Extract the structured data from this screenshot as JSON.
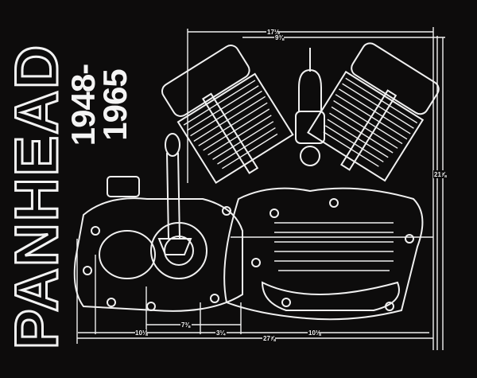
{
  "title": "PANHEAD",
  "years": "1948-1965",
  "dimensions": {
    "top_overall": "17¼",
    "top_inner": "9⅜",
    "right_height": "21⅞",
    "bottom_left": "10⅛",
    "bottom_mid_upper": "7⅜",
    "bottom_mid": "3¼",
    "bottom_right": "10⅛",
    "bottom_overall": "27⅞"
  },
  "colors": {
    "background": "#0d0c0c",
    "line": "#f0f0f0"
  }
}
